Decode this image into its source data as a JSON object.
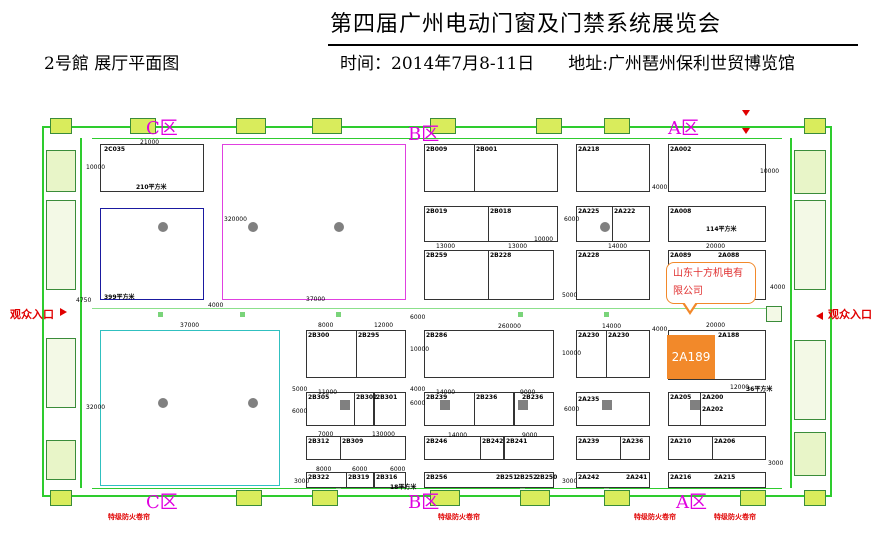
{
  "header": {
    "title": "第四届广州电动门窗及门禁系统展览会",
    "subtitle": "时间：2014年7月8-11日　　地址:广州琶州保利世贸博览馆",
    "hall": "2号館 展厅平面图"
  },
  "zones": {
    "c_top": "C区",
    "b_top": "B区",
    "a_top": "A区",
    "c_bottom": "C区",
    "b_bottom": "B区",
    "a_bottom": "A区"
  },
  "entrances": {
    "left": "观众入口",
    "right": "观众入口"
  },
  "fire_doors": {
    "left": "特级防火卷帘",
    "center": "特级防火卷帘",
    "right1": "特级防火卷帘",
    "right2": "特级防火卷帘"
  },
  "highlight": {
    "booth": "2A189",
    "company": "山东十方机电有限公司"
  },
  "booths": {
    "b2c035": "2C035",
    "b2b009": "2B009",
    "b2b001": "2B001",
    "b2a218": "2A218",
    "b2a002": "2A002",
    "b2b019": "2B019",
    "b2b018": "2B018",
    "b2a225": "2A225",
    "b2a222": "2A222",
    "b2a008": "2A008",
    "b2b259": "2B259",
    "b2b228": "2B228",
    "b2a228": "2A228",
    "b2a089": "2A089",
    "b2a088": "2A088",
    "b2b300": "2B300",
    "b2b295": "2B295",
    "b2b286": "2B286",
    "b2a230a": "2A230",
    "b2a230b": "2A230",
    "b2a188": "2A188",
    "b2b305": "2B305",
    "b2b302": "2B302",
    "b2b301": "2B301",
    "b2b239": "2B239",
    "b2b236": "2B236",
    "b2b236b": "2B236",
    "b2a235": "2A235",
    "b2a205": "2A205",
    "b2a200": "2A200",
    "b2a202": "2A202",
    "b2b312": "2B312",
    "b2b309": "2B309",
    "b2b246": "2B246",
    "b2b242": "2B242",
    "b2b241": "2B241",
    "b2a239": "2A239",
    "b2a236": "2A236",
    "b2a210": "2A210",
    "b2a206": "2A206",
    "b2b322": "2B322",
    "b2b319": "2B319",
    "b2b316": "2B316",
    "b2b256": "2B256",
    "b2b251": "2B251",
    "b2b252": "2B252",
    "b2b250": "2B250",
    "b2a242": "2A242",
    "b2a241": "2A241",
    "b2a216": "2A216",
    "b2a215": "2A215"
  },
  "areas": {
    "a210": "210平方米",
    "a399": "399平方米",
    "a114": "114平方米",
    "a36": "36平方米",
    "a18": "18平方米"
  },
  "dims": {
    "d21000": "21000",
    "d10000a": "10000",
    "d10000b": "10000",
    "d10000c": "10000",
    "d10000d": "10000",
    "d4000a": "4000",
    "d4000b": "4000",
    "d4000c": "4000",
    "d4000d": "4000",
    "d4000e": "4000",
    "d6000a": "6000",
    "d6000b": "6000",
    "d6000c": "6000",
    "d6000d": "6000",
    "d6000e": "6000",
    "d13000a": "13000",
    "d13000b": "13000",
    "d14000a": "14000",
    "d14000b": "14000",
    "d14000c": "14000",
    "d20000a": "20000",
    "d20000b": "20000",
    "d320000": "320000",
    "d37000a": "37000",
    "d37000b": "37000",
    "d4750": "4750",
    "d8000a": "8000",
    "d8000b": "8000",
    "d12000a": "12000",
    "d12000b": "12000",
    "d260000": "260000",
    "d5000a": "5000",
    "d5000b": "5000",
    "d11000": "11000",
    "d9000a": "9000",
    "d7000": "7000",
    "d130000": "130000",
    "d32000": "32000",
    "d3000a": "3000",
    "d3000b": "3000",
    "d6000f": "6000",
    "d6000g": "6000",
    "d14000d": "14000",
    "d9000b": "9000",
    "d3000c": "3000"
  }
}
